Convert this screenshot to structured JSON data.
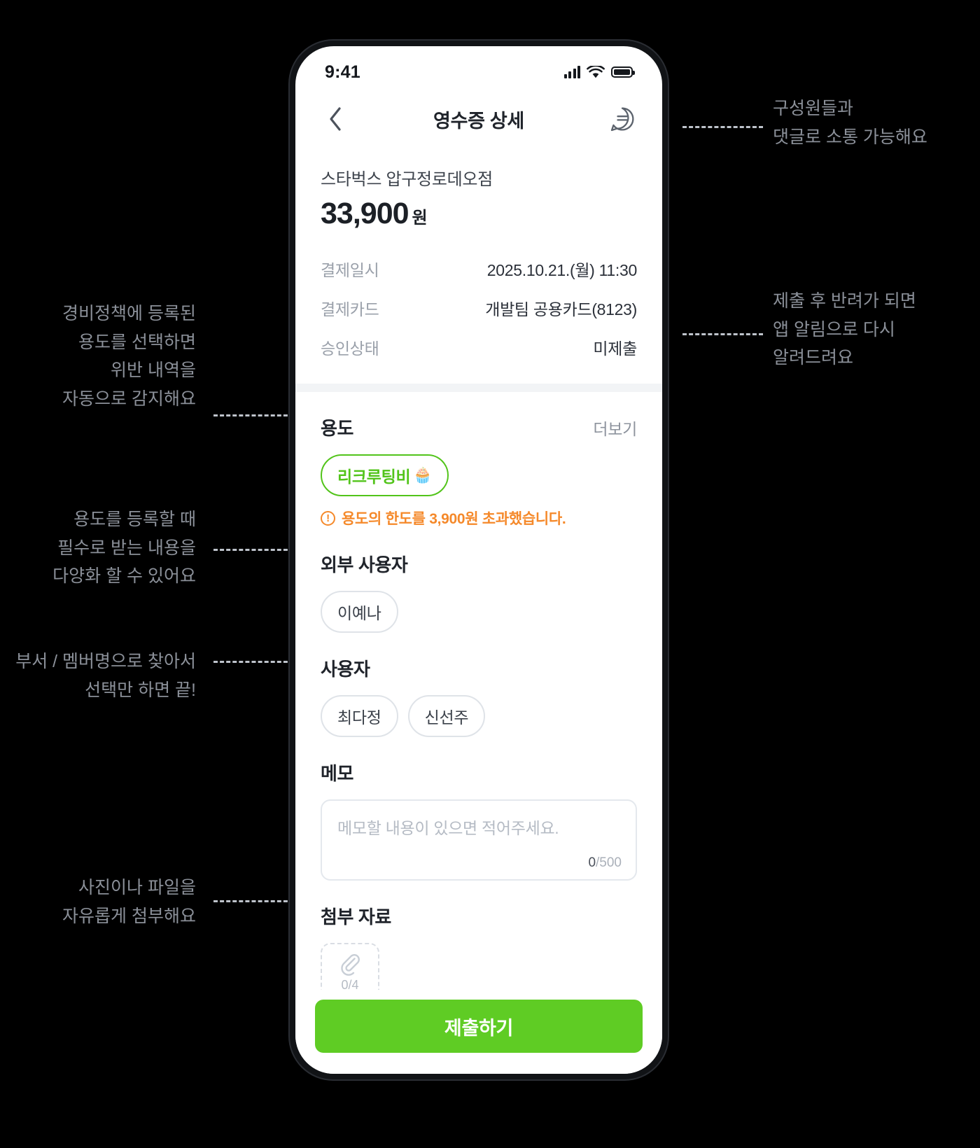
{
  "statusbar": {
    "time": "9:41"
  },
  "nav": {
    "title": "영수증 상세",
    "back_icon": "chevron-left-icon",
    "comment_icon": "comment-icon"
  },
  "receipt": {
    "merchant": "스타벅스 압구정로데오점",
    "amount": "33,900",
    "amount_unit": "원",
    "details": [
      {
        "label": "결제일시",
        "value": "2025.10.21.(월) 11:30"
      },
      {
        "label": "결제카드",
        "value": "개발팀 공용카드(8123)"
      },
      {
        "label": "승인상태",
        "value": "미제출"
      }
    ]
  },
  "purpose": {
    "title": "용도",
    "more_label": "더보기",
    "tag": "리크루팅비",
    "tag_emoji": "🧁",
    "warning": "용도의 한도를 3,900원 초과했습니다.",
    "warning_color": "#f5892a"
  },
  "external_users": {
    "title": "외부 사용자",
    "chips": [
      "이예나"
    ]
  },
  "users": {
    "title": "사용자",
    "chips": [
      "최다정",
      "신선주"
    ]
  },
  "memo": {
    "title": "메모",
    "placeholder": "메모할 내용이 있으면 적어주세요.",
    "count": "0",
    "count_max": "/500"
  },
  "attachments": {
    "title": "첨부 자료",
    "count": "0/4",
    "icon": "paperclip-icon"
  },
  "submit": {
    "label": "제출하기",
    "color": "#5fcc24"
  },
  "annotations": {
    "right_top": "구성원들과\n댓글로 소통 가능해요",
    "right_mid": "제출 후 반려가 되면\n앱 알림으로 다시\n알려드려요",
    "left_1": "경비정책에 등록된\n용도를 선택하면\n위반 내역을\n자동으로 감지해요",
    "left_2": "용도를 등록할 때\n필수로 받는 내용을\n다양화 할 수 있어요",
    "left_3": "부서 / 멤버명으로 찾아서\n선택만 하면 끝!",
    "left_4": "사진이나 파일을\n자유롭게 첨부해요"
  }
}
